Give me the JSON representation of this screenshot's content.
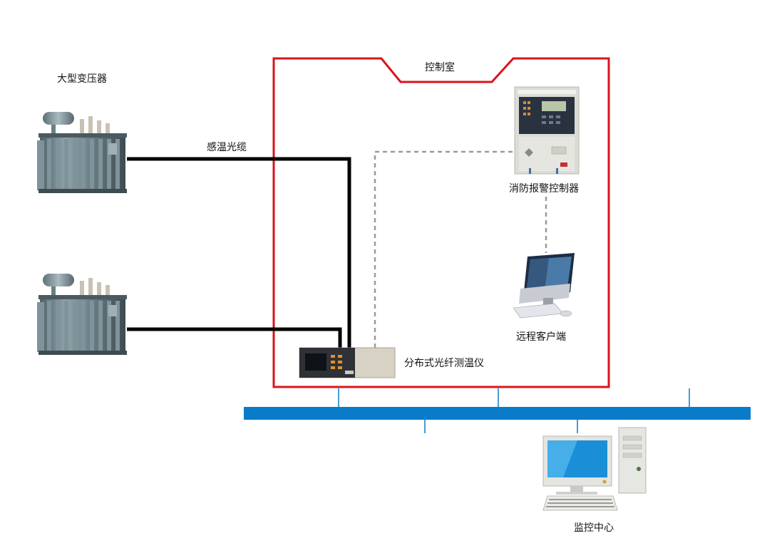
{
  "labels": {
    "transformers": "大型变压器",
    "sensing_cable": "感温光缆",
    "control_room": "控制室",
    "fire_alarm": "消防报警控制器",
    "remote_client": "远程客户端",
    "dts_unit": "分布式光纤测温仪",
    "monitoring_center": "监控中心"
  },
  "colors": {
    "room_border": "#d9141c",
    "network_bus": "#0a7bc8",
    "cable": "#000000",
    "dashed_link": "#9a9a9a"
  },
  "icons": [
    "transformer-icon",
    "fire-alarm-panel-icon",
    "computer-icon",
    "dts-device-icon",
    "desktop-pc-icon"
  ]
}
